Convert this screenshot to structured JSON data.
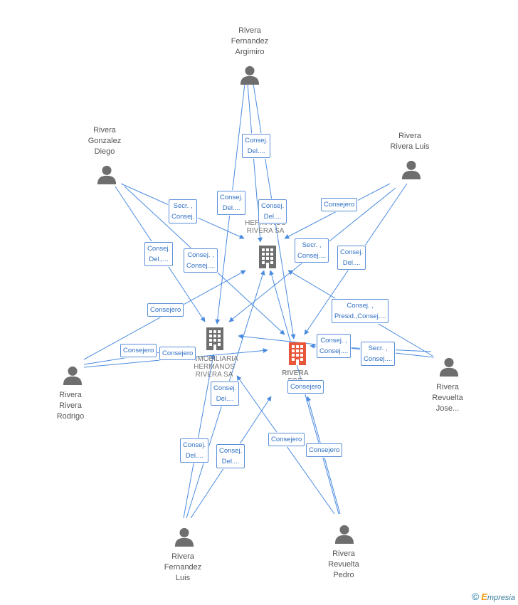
{
  "colors": {
    "edge": "#4a8be0",
    "person": "#6e6e6e",
    "company": "#6e6e6e",
    "main_company": "#e8573a"
  },
  "persons": [
    {
      "id": "argimiro",
      "label": "Rivera\nFernandez\nArgimiro",
      "icon": "person-icon"
    },
    {
      "id": "diego",
      "label": "Rivera\nGonzalez\nDiego",
      "icon": "person-icon"
    },
    {
      "id": "luis_rr",
      "label": "Rivera\nRivera Luis",
      "icon": "person-icon"
    },
    {
      "id": "rodrigo",
      "label": "Rivera\nRivera\nRodrigo",
      "icon": "person-icon"
    },
    {
      "id": "jose",
      "label": "Rivera\nRevuelta\nJose...",
      "icon": "person-icon"
    },
    {
      "id": "luis_f",
      "label": "Rivera\nFernandez\nLuis",
      "icon": "person-icon"
    },
    {
      "id": "pedro",
      "label": "Rivera\nRevuelta\nPedro",
      "icon": "person-icon"
    }
  ],
  "companies": [
    {
      "id": "hermanos",
      "label": "HERMANOS\nRIVERA SA",
      "icon": "building-icon"
    },
    {
      "id": "inmobiliaria",
      "label": "INMOBILIARIA\nHERMANOS\nRIVERA SA",
      "icon": "building-icon"
    },
    {
      "id": "forja",
      "label": "RIVERA\nFOR",
      "icon": "building-icon"
    }
  ],
  "edge_labels": [
    {
      "id": "e1",
      "text": "Consej.\nDel...."
    },
    {
      "id": "e2",
      "text": "Secr. ,\nConsej."
    },
    {
      "id": "e3",
      "text": "Consej.\nDel...."
    },
    {
      "id": "e4",
      "text": "Consej.\nDel...."
    },
    {
      "id": "e5",
      "text": "Consejero"
    },
    {
      "id": "e6",
      "text": "Consej.\nDel.,..."
    },
    {
      "id": "e7",
      "text": "Consej. ,\nConsej...."
    },
    {
      "id": "e8",
      "text": "Secr. ,\nConsej...."
    },
    {
      "id": "e9",
      "text": "Consej.\nDel...."
    },
    {
      "id": "e10",
      "text": "Consejero"
    },
    {
      "id": "e11",
      "text": "Consej. ,\nPresid.,Consej...."
    },
    {
      "id": "e12",
      "text": "Consejero"
    },
    {
      "id": "e13",
      "text": "Consejero"
    },
    {
      "id": "e14",
      "text": "Consej. ,\nConsej...."
    },
    {
      "id": "e15",
      "text": "Secr. ,\nConsej...."
    },
    {
      "id": "e16",
      "text": "Consej.\nDel...."
    },
    {
      "id": "e17",
      "text": "Consejero"
    },
    {
      "id": "e18",
      "text": "Consej.\nDel...."
    },
    {
      "id": "e19",
      "text": "Consej.\nDel...."
    },
    {
      "id": "e20",
      "text": "Consejero"
    },
    {
      "id": "e21",
      "text": "Consejero"
    }
  ],
  "footer": {
    "copyright": "©",
    "brand_e": "E",
    "brand_rest": "mpresia"
  }
}
